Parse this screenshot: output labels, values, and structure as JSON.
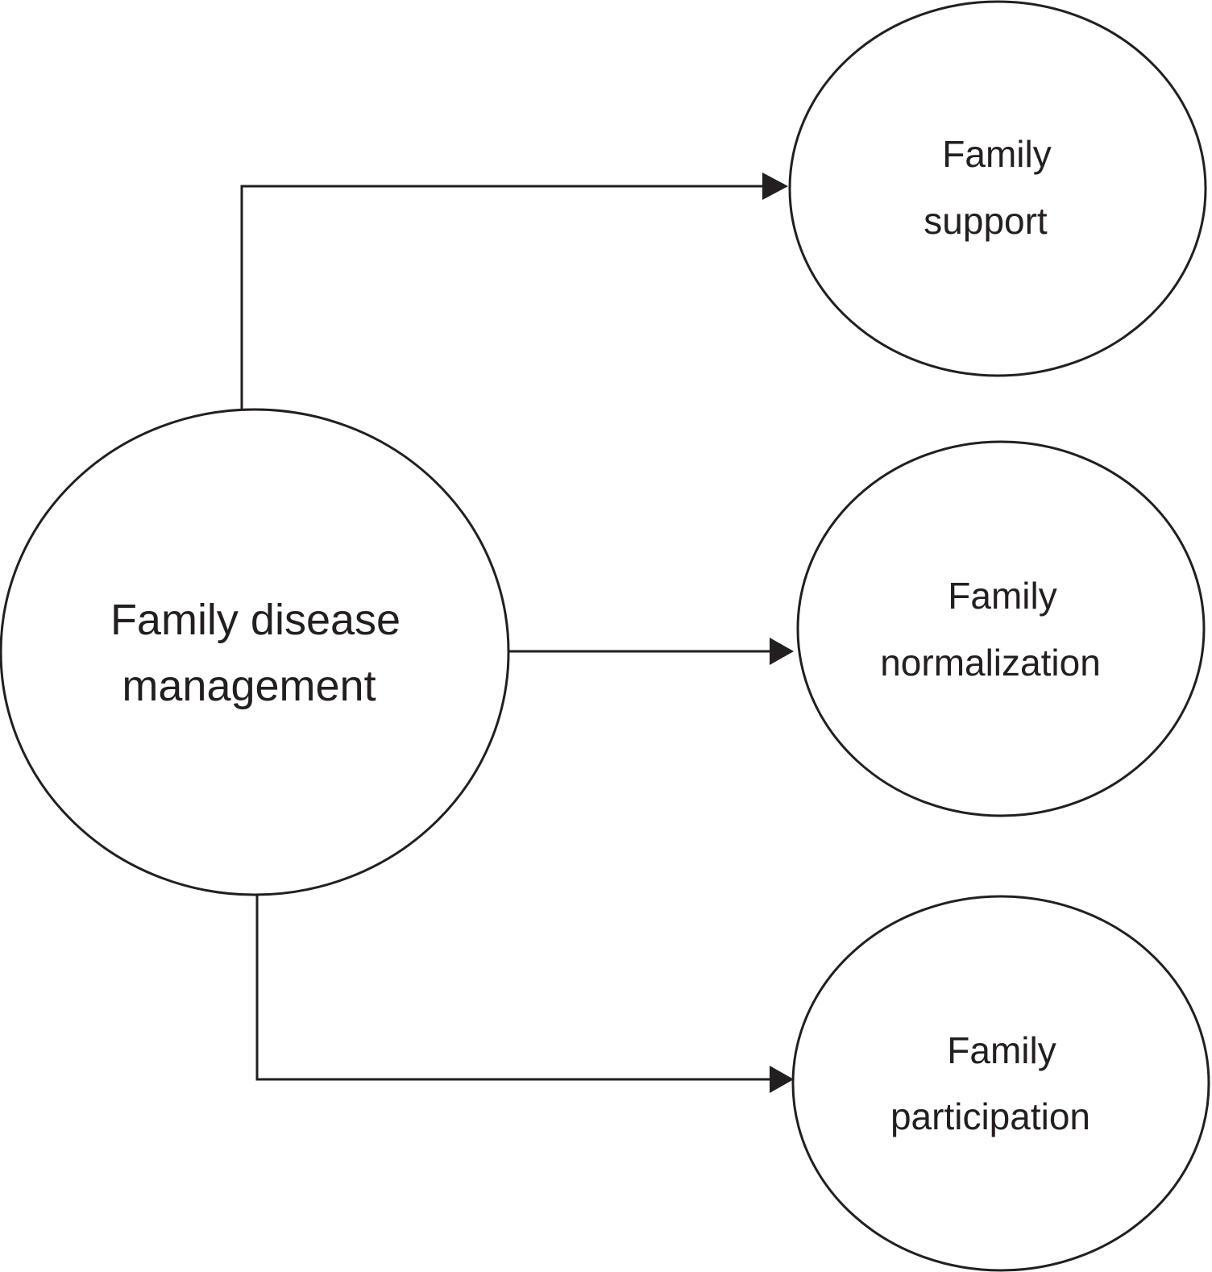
{
  "diagram": {
    "source": {
      "line1": "Family disease",
      "line2": "management"
    },
    "targets": [
      {
        "line1": "Family",
        "line2": "support"
      },
      {
        "line1": "Family",
        "line2": "normalization"
      },
      {
        "line1": "Family",
        "line2": "participation"
      }
    ],
    "colors": {
      "stroke": "#231f20",
      "background": "#ffffff"
    }
  }
}
